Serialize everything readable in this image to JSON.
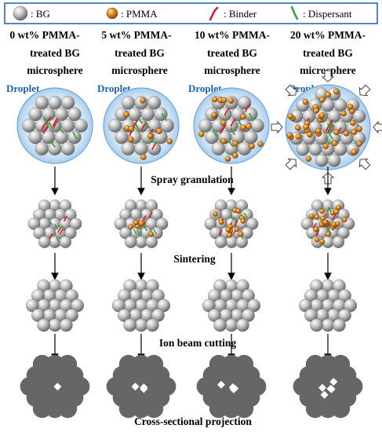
{
  "legend": {
    "items": [
      {
        "icon": "bg-sphere-icon",
        "label": ": BG"
      },
      {
        "icon": "pmma-particle-icon",
        "label": ": PMMA"
      },
      {
        "icon": "binder-icon",
        "label": ": Binder"
      },
      {
        "icon": "dispersant-icon",
        "label": ": Dispersant"
      }
    ],
    "colors": {
      "border": "#1f5fb0",
      "bg": "#9e9e9e",
      "pmma": "#d07820",
      "binder": "#d0202a",
      "dispersant": "#3aa040"
    }
  },
  "columns": [
    {
      "title_lines": [
        "0 wt% PMMA-",
        "treated BG",
        "microsphere"
      ],
      "pmma_fraction": 0
    },
    {
      "title_lines": [
        "5 wt% PMMA-",
        "treated BG",
        "microsphere"
      ],
      "pmma_fraction": 5
    },
    {
      "title_lines": [
        "10 wt% PMMA-",
        "treated BG",
        "microsphere"
      ],
      "pmma_fraction": 10
    },
    {
      "title_lines": [
        "20 wt% PMMA-",
        "treated BG",
        "microsphere"
      ],
      "pmma_fraction": 20
    }
  ],
  "droplet_label": "Droplet",
  "stages": {
    "spray": "Spray granulation",
    "sinter": "Sintering",
    "ion": "Ion beam cutting",
    "cross": "Cross-sectional projection"
  }
}
